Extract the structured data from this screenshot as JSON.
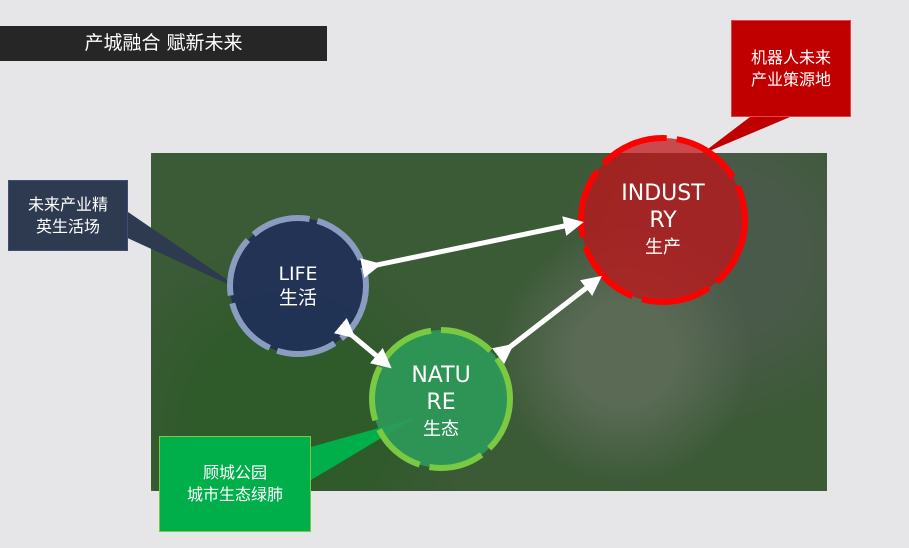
{
  "title": "产城融合 赋新未来",
  "callouts": {
    "life": {
      "line1": "未来产业精",
      "line2": "英生活场",
      "color": "#2e3a50"
    },
    "industry": {
      "line1": "机器人未来",
      "line2": "产业策源地",
      "color": "#c00000"
    },
    "nature": {
      "line1": "顾城公园",
      "line2": "城市生态绿肺",
      "color": "#00ae4a"
    }
  },
  "circles": {
    "life": {
      "en": "LIFE",
      "zh": "生活",
      "color": "#1f2d5c",
      "ring": "#8a9cc0"
    },
    "industry": {
      "en1": "INDUST",
      "en2": "RY",
      "zh": "生产",
      "color": "#c0141a",
      "ring": "#ff0000"
    },
    "nature": {
      "en1": "NATU",
      "en2": "RE",
      "zh": "生态",
      "color": "#2e9a5a",
      "ring": "#7ac943"
    }
  },
  "map": {
    "type": "satellite-map"
  }
}
